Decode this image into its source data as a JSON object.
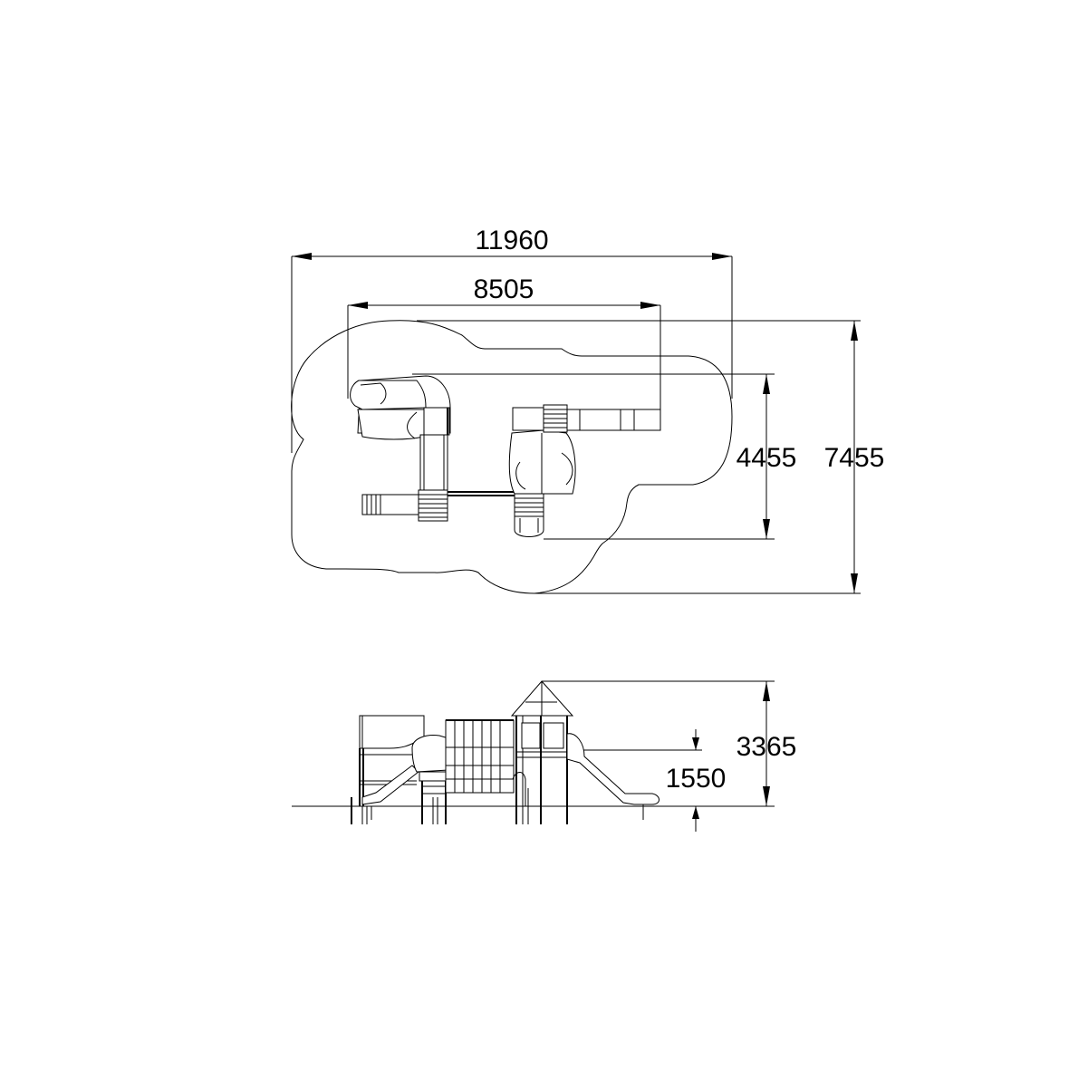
{
  "drawing": {
    "plan_view": {
      "dimensions": {
        "overall_width": "11960",
        "equipment_width": "8505",
        "equipment_depth": "4455",
        "overall_depth": "7455"
      }
    },
    "elevation_view": {
      "dimensions": {
        "total_height": "3365",
        "platform_height": "1550"
      }
    }
  }
}
